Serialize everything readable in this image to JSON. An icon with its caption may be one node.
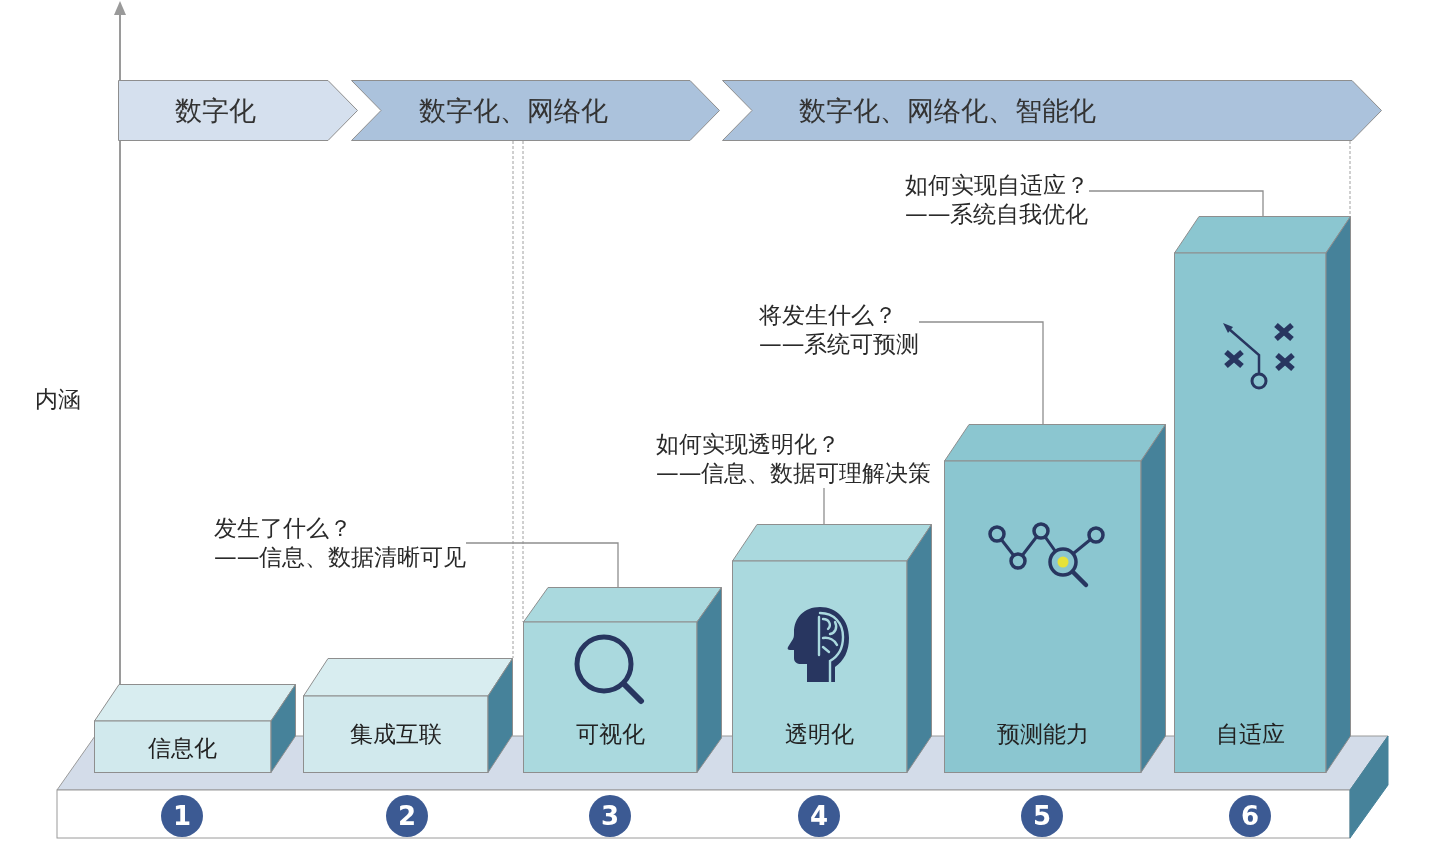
{
  "diagram": {
    "nodes": [
      {
        "text": [
          "数字化"
        ]
      },
      {
        "text": [
          "数字化、网络化"
        ]
      },
      {
        "text": [
          "数字化、网络化、智能化"
        ]
      },
      {
        "text": [
          "发生了什么？",
          "——信息、数据清晰可见"
        ]
      },
      {
        "text": [
          "如何实现透明化？",
          "——信息、数据可理解决策"
        ]
      },
      {
        "text": [
          "将发生什么？",
          "——系统可预测"
        ]
      },
      {
        "text": [
          "如何实现自适应？",
          "——系统自我优化"
        ]
      },
      {
        "text": [
          "信息化"
        ]
      },
      {
        "text": [
          "集成互联"
        ]
      },
      {
        "text": [
          "可视化"
        ]
      },
      {
        "text": [
          "透明化"
        ]
      },
      {
        "text": [
          "预测能力"
        ]
      },
      {
        "text": [
          "自适应"
        ]
      },
      {
        "text": [
          "1"
        ]
      },
      {
        "text": [
          "2"
        ]
      },
      {
        "text": [
          "3"
        ]
      },
      {
        "text": [
          "4"
        ]
      },
      {
        "text": [
          "5"
        ]
      },
      {
        "text": [
          "6"
        ]
      }
    ],
    "edges": [
      {
        "from": 3,
        "to": 9,
        "arrow": "none"
      },
      {
        "from": 4,
        "to": 10,
        "arrow": "none"
      },
      {
        "from": 5,
        "to": 11,
        "arrow": "none"
      },
      {
        "from": 6,
        "to": 12,
        "arrow": "none"
      }
    ],
    "labels": [
      "内涵"
    ]
  }
}
